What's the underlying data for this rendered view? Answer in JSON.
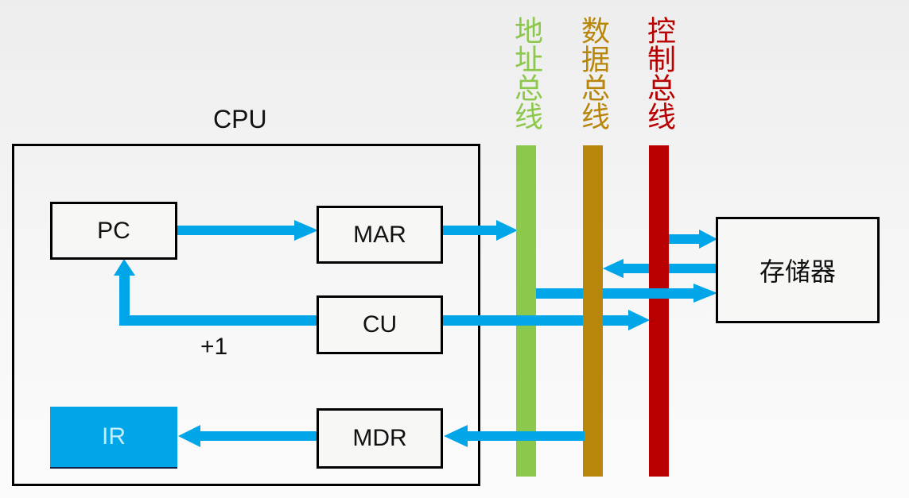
{
  "diagram": {
    "cpu": {
      "label": "CPU",
      "increment_label": "+1"
    },
    "registers": {
      "pc": "PC",
      "mar": "MAR",
      "cu": "CU",
      "ir": "IR",
      "mdr": "MDR"
    },
    "memory": {
      "label": "存储器"
    },
    "buses": [
      {
        "id": "address",
        "label": "地址总线",
        "color": "#8cc84b"
      },
      {
        "id": "data",
        "label": "数据总线",
        "color": "#b8860b"
      },
      {
        "id": "control",
        "label": "控制总线",
        "color": "#b80000"
      }
    ],
    "colors": {
      "arrow": "#00a6e8",
      "ir_fill": "#00a6e8"
    },
    "connections": [
      {
        "from": "PC",
        "to": "MAR"
      },
      {
        "from": "MAR",
        "to": "地址总线"
      },
      {
        "from": "CU",
        "to": "PC",
        "label": "+1"
      },
      {
        "from": "CU",
        "to": "控制总线"
      },
      {
        "from": "MDR",
        "to": "IR"
      },
      {
        "from": "数据总线",
        "to": "MDR"
      },
      {
        "from": "控制总线",
        "to": "存储器"
      },
      {
        "from": "存储器",
        "to": "数据总线"
      },
      {
        "from": "地址总线",
        "to": "存储器"
      }
    ]
  }
}
